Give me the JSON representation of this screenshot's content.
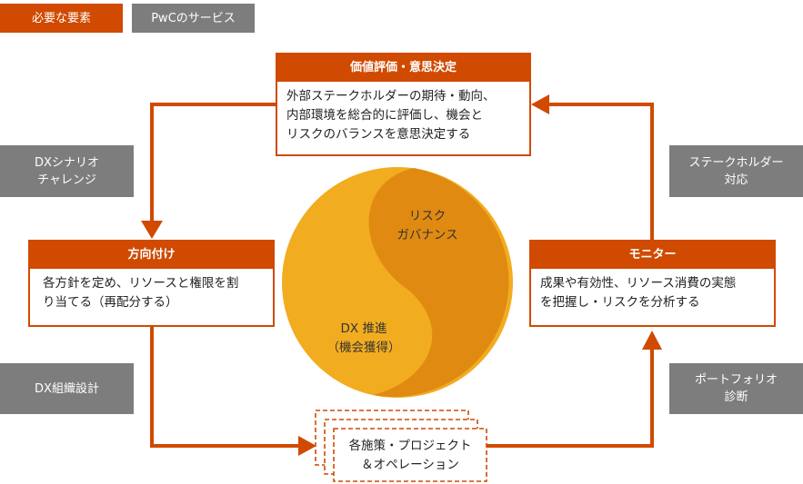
{
  "legend": {
    "required": "必要な要素",
    "pwc": "PwCのサービス"
  },
  "colors": {
    "accent": "#d04a02",
    "gray": "#7d7d7d",
    "light": "#f2ac1f",
    "dark": "#e08a12"
  },
  "boxes": {
    "top": {
      "title": "価値評価・意思決定",
      "lines": [
        "外部ステークホルダーの期待・動向、",
        "内部環境を総合的に評価し、機会と",
        "リスクのバランスを意思決定する"
      ]
    },
    "left": {
      "title": "方向付け",
      "lines": [
        "各方針を定め、リソースと権限を割",
        "り当てる（再配分する）"
      ]
    },
    "right": {
      "title": "モニター",
      "lines": [
        "成果や有効性、リソース消費の実態",
        "を把握し・リスクを分析する"
      ]
    }
  },
  "services": {
    "scenario": [
      "DXシナリオ",
      "チャレンジ"
    ],
    "org": "DX組織設計",
    "stakeholder": [
      "ステークホルダー",
      "対応"
    ],
    "portfolio": [
      "ポートフォリオ",
      "診断"
    ]
  },
  "circle": {
    "risk": [
      "リスク",
      "ガバナンス"
    ],
    "dx": [
      "DX 推進",
      "（機会獲得）"
    ]
  },
  "projects": [
    "各施策・プロジェクト",
    "＆オペレーション"
  ]
}
